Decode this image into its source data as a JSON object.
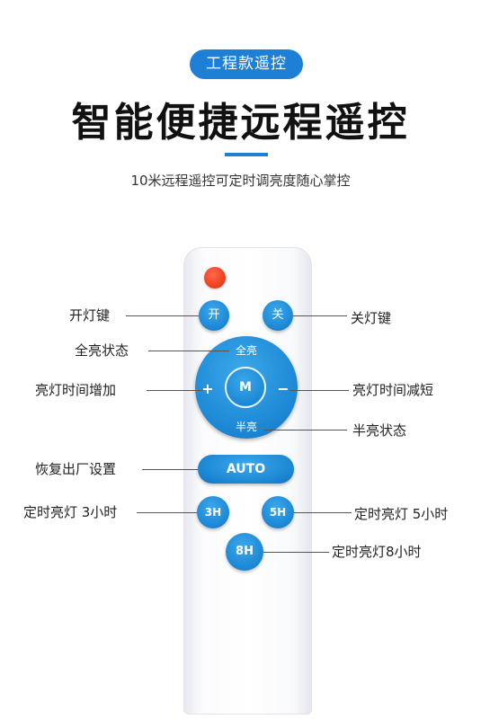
{
  "header": {
    "badge": "工程款遥控",
    "title": "智能便捷远程遥控",
    "subtitle": "10米远程遥控可定时调亮度随心掌控",
    "accent_color": "#1e7fd6"
  },
  "remote": {
    "power_indicator_color": "#ee3a1c",
    "button_color": "#1b86d3",
    "buttons": {
      "on": "开",
      "off": "关",
      "full_bright": "全亮",
      "mode": "M",
      "plus": "+",
      "minus": "−",
      "half_bright": "半亮",
      "auto": "AUTO",
      "timer_3h": "3H",
      "timer_5h": "5H",
      "timer_8h": "8H"
    }
  },
  "callouts": {
    "on_key": "开灯键",
    "off_key": "关灯键",
    "full_state": "全亮状态",
    "time_increase": "亮灯时间增加",
    "time_decrease": "亮灯时间减短",
    "half_state": "半亮状态",
    "reset": "恢复出厂设置",
    "timer_3h": "定时亮灯 3小时",
    "timer_5h": "定时亮灯 5小时",
    "timer_8h": "定时亮灯8小时"
  }
}
